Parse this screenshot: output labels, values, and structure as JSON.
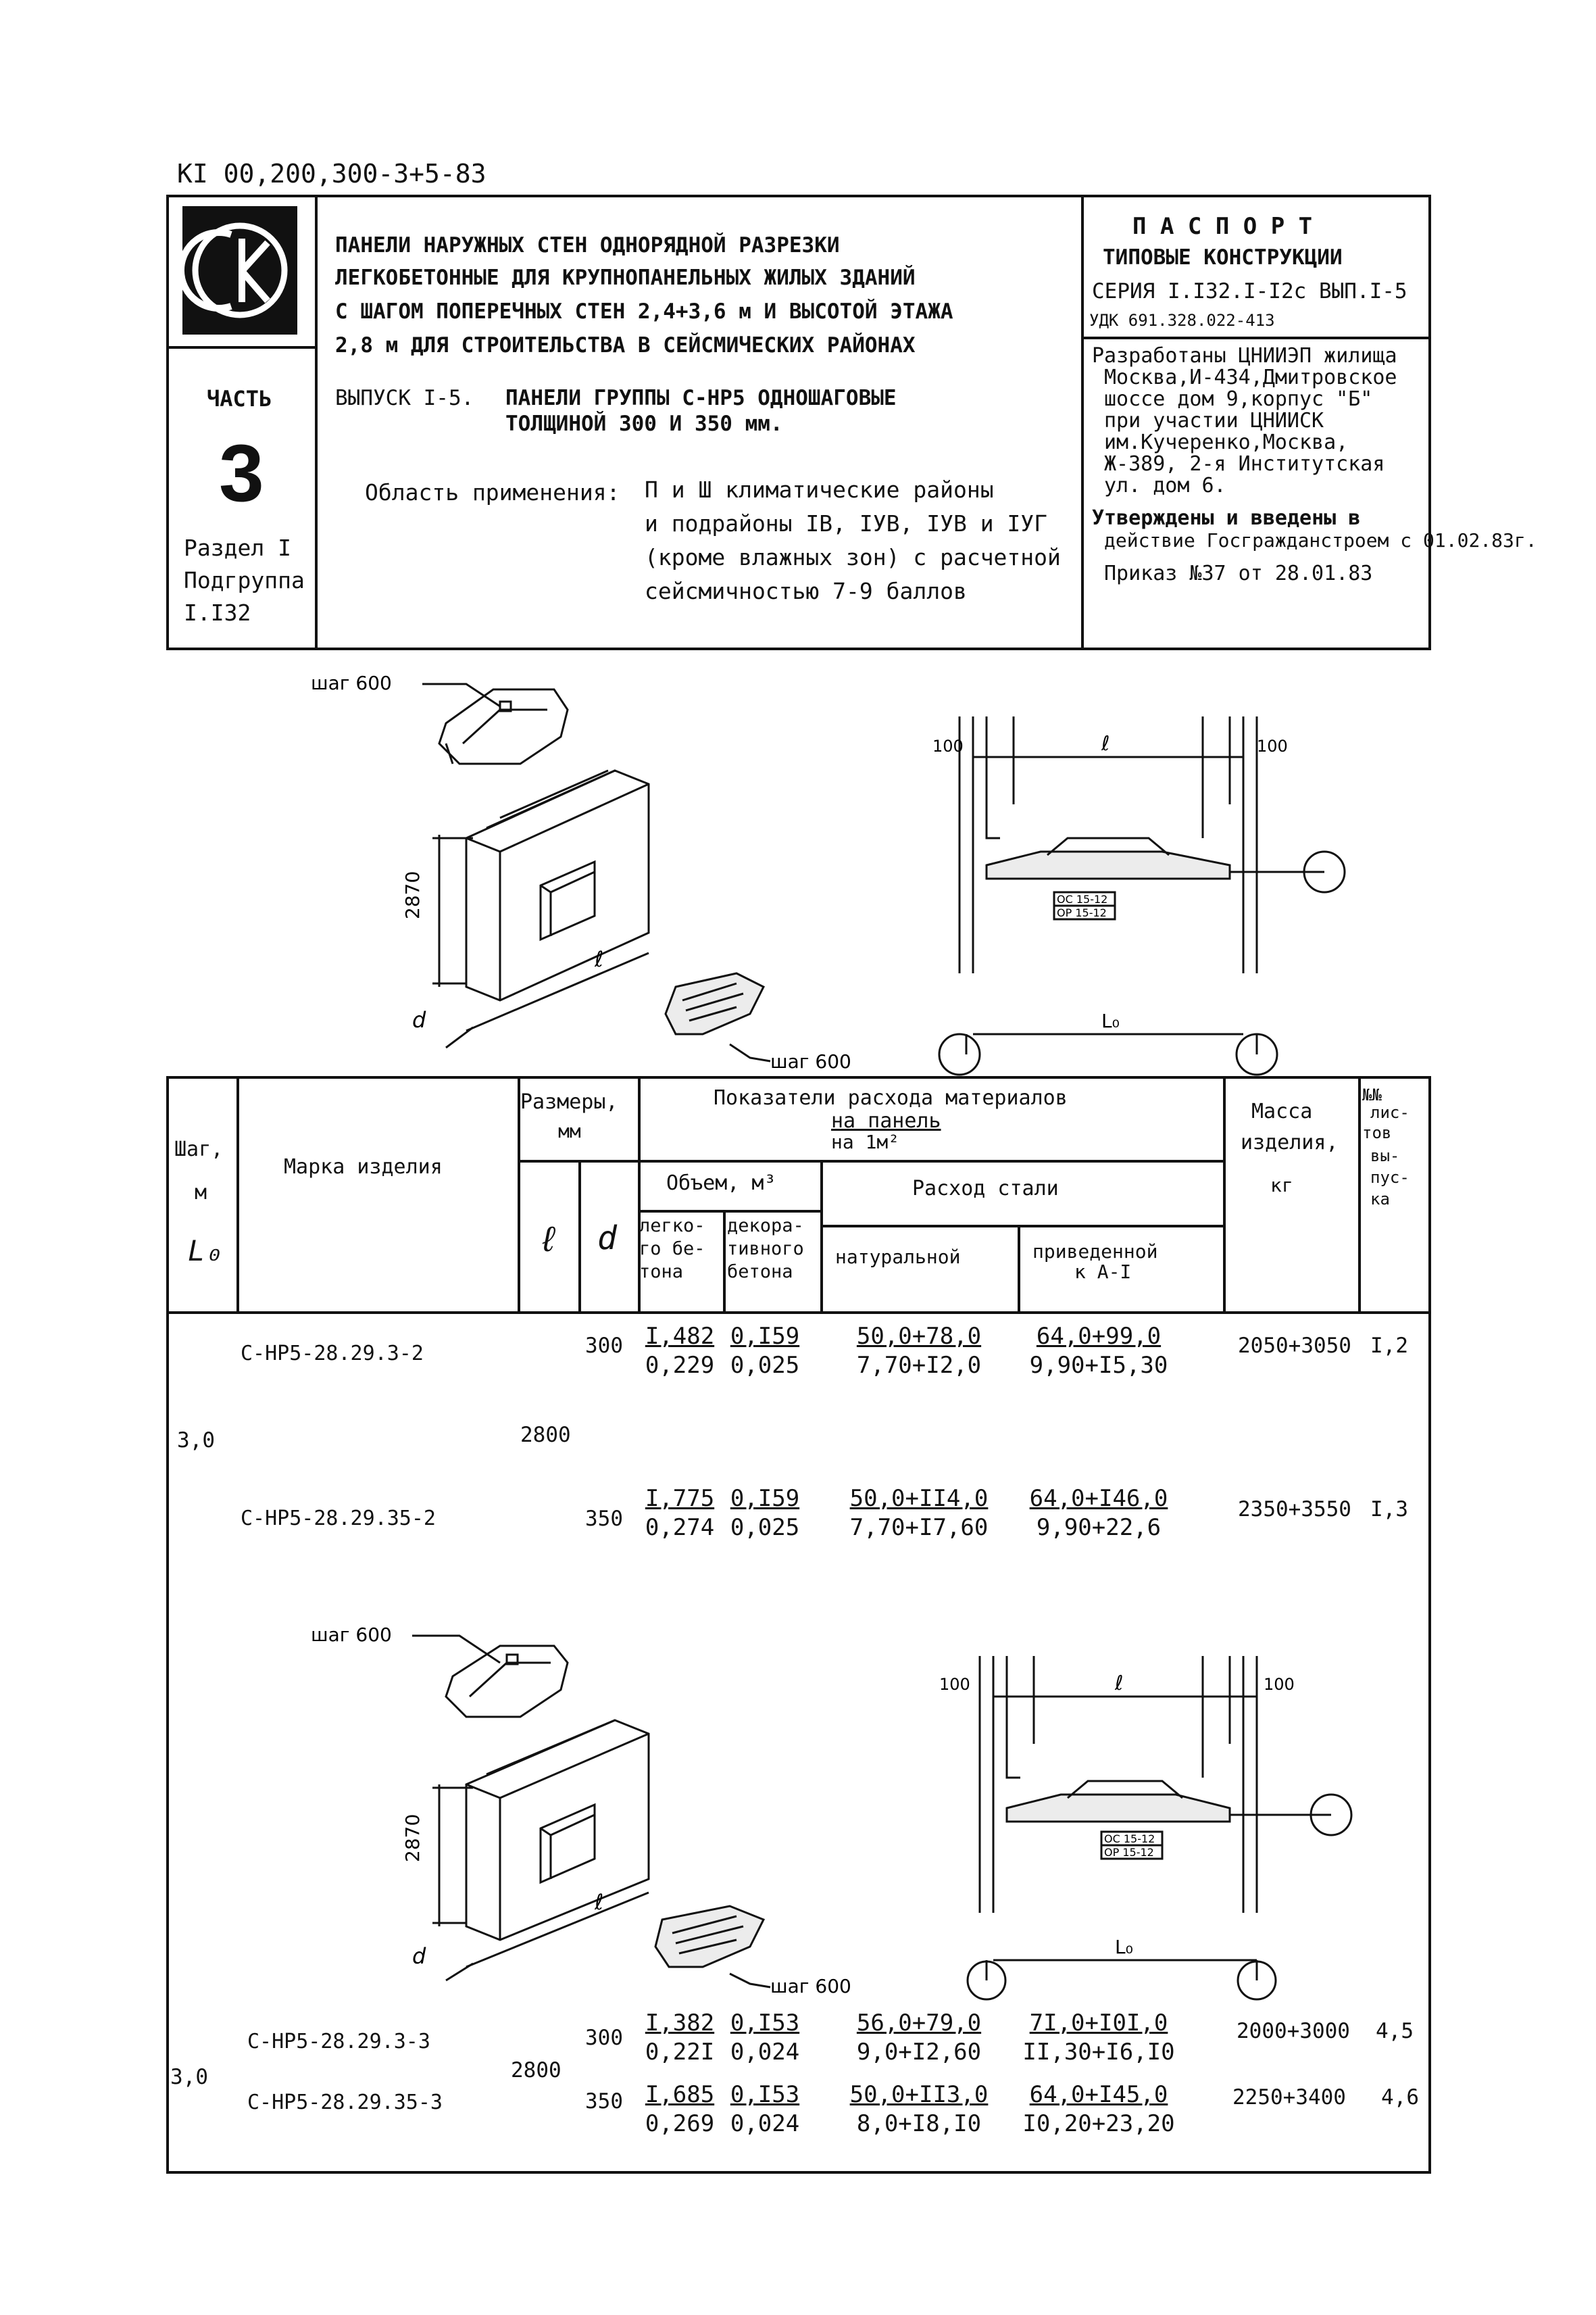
{
  "doc_code": "КI 00,200,300-3+5-83",
  "header": {
    "title_lines": [
      "ПАНЕЛИ НАРУЖНЫХ СТЕН ОДНОРЯДНОЙ РАЗРЕЗКИ",
      "ЛЕГКОБЕТОННЫЕ ДЛЯ КРУПНОПАНЕЛЬНЫХ ЖИЛЫХ ЗДАНИЙ",
      "С ШАГОМ ПОПЕРЕЧНЫХ СТЕН 2,4+3,6 м И ВЫСОТОЙ ЭТАЖА",
      "2,8 м ДЛЯ СТРОИТЕЛЬСТВА В СЕЙСМИЧЕСКИХ РАЙОНАХ"
    ],
    "issue_label": "ВЫПУСК I-5.",
    "issue_lines": [
      "ПАНЕЛИ ГРУППЫ С-НР5 ОДНОШАГОВЫЕ",
      "ТОЛЩИНОЙ 300 И 350 мм."
    ],
    "scope_label": "Область применения:",
    "scope_lines": [
      "П и Ш климатические районы",
      "и подрайоны IВ, IУВ, IУВ и IУГ",
      "(кроме влажных зон) с расчетной",
      "сейсмичностью 7-9 баллов"
    ],
    "part_label": "ЧАСТЬ",
    "part_number": "3",
    "section_lines": [
      "Раздел I",
      "Подгруппа",
      "I.I32"
    ],
    "passport": [
      "П А С П О Р Т",
      "ТИПОВЫЕ КОНСТРУКЦИИ",
      "СЕРИЯ I.I32.I-I2с ВЫП.I-5"
    ],
    "udk": "УДК 691.328.022-413",
    "developed_lines": [
      "Разработаны ЦНИИЭП жилища",
      "Москва,И-434,Дмитровское",
      "шоссе дом 9,корпус \"Б\"",
      "при участии ЦНИИСК",
      "им.Кучеренко,Москва,",
      "Ж-389, 2-я Институтская",
      "ул. дом 6."
    ],
    "approved_lines": [
      "Утверждены и введены в",
      "действие Госгражданстроем с 01.02.83г.",
      "Приказ №37 от 28.01.83"
    ]
  },
  "drawing_labels": {
    "step": "шаг 600",
    "height": "2870",
    "length": "ℓ",
    "thickness": "d",
    "dim_100": "100",
    "dim_l": "ℓ",
    "dim_L0": "L₀",
    "oc": "ОС 15-12",
    "op": "ОР 15-12"
  },
  "table": {
    "headers": {
      "step": "Шаг,",
      "step_unit": "м",
      "step_sym": "L₀",
      "mark": "Марка изделия",
      "sizes": "Размеры,",
      "sizes_unit": "мм",
      "l": "ℓ",
      "d": "d",
      "indicators": "Показатели расхода материалов",
      "per_panel": "на панель",
      "per_m2": "на 1м²",
      "volume": "Объем, м³",
      "light_concrete": [
        "легко-",
        "го бе-",
        "тона"
      ],
      "deco_concrete": [
        "декора-",
        "тивного",
        "бетона"
      ],
      "steel": "Расход стали",
      "natural": "натуральной",
      "reduced": [
        "приведенной",
        "к А-I"
      ],
      "mass": [
        "Масса",
        "изделия,",
        "кг"
      ],
      "issue_no": [
        "№№",
        "лис-",
        "тов",
        "вы-",
        "пус-",
        "ка"
      ]
    },
    "groups": [
      {
        "step": "3,0",
        "length": "2800",
        "rows": [
          {
            "mark": "С-НР5-28.29.3-2",
            "d": "300",
            "light": [
              "I,482",
              "0,229"
            ],
            "deco": [
              "0,I59",
              "0,025"
            ],
            "natural": [
              "50,0+78,0",
              "7,70+I2,0"
            ],
            "reduced": [
              "64,0+99,0",
              "9,90+I5,30"
            ],
            "mass": "2050+3050",
            "sheet": "I,2"
          },
          {
            "mark": "С-НР5-28.29.35-2",
            "d": "350",
            "light": [
              "I,775",
              "0,274"
            ],
            "deco": [
              "0,I59",
              "0,025"
            ],
            "natural": [
              "50,0+II4,0",
              "7,70+I7,60"
            ],
            "reduced": [
              "64,0+I46,0",
              "9,90+22,6"
            ],
            "mass": "2350+3550",
            "sheet": "I,3"
          }
        ]
      },
      {
        "step": "3,0",
        "length": "2800",
        "rows": [
          {
            "mark": "С-НР5-28.29.3-3",
            "d": "300",
            "light": [
              "I,382",
              "0,22I"
            ],
            "deco": [
              "0,I53",
              "0,024"
            ],
            "natural": [
              "56,0+79,0",
              "9,0+I2,60"
            ],
            "reduced": [
              "7I,0+I0I,0",
              "II,30+I6,I0"
            ],
            "mass": "2000+3000",
            "sheet": "4,5"
          },
          {
            "mark": "С-НР5-28.29.35-3",
            "d": "350",
            "light": [
              "I,685",
              "0,269"
            ],
            "deco": [
              "0,I53",
              "0,024"
            ],
            "natural": [
              "50,0+II3,0",
              "8,0+I8,I0"
            ],
            "reduced": [
              "64,0+I45,0",
              "I0,20+23,20"
            ],
            "mass": "2250+3400",
            "sheet": "4,6"
          }
        ]
      }
    ]
  }
}
